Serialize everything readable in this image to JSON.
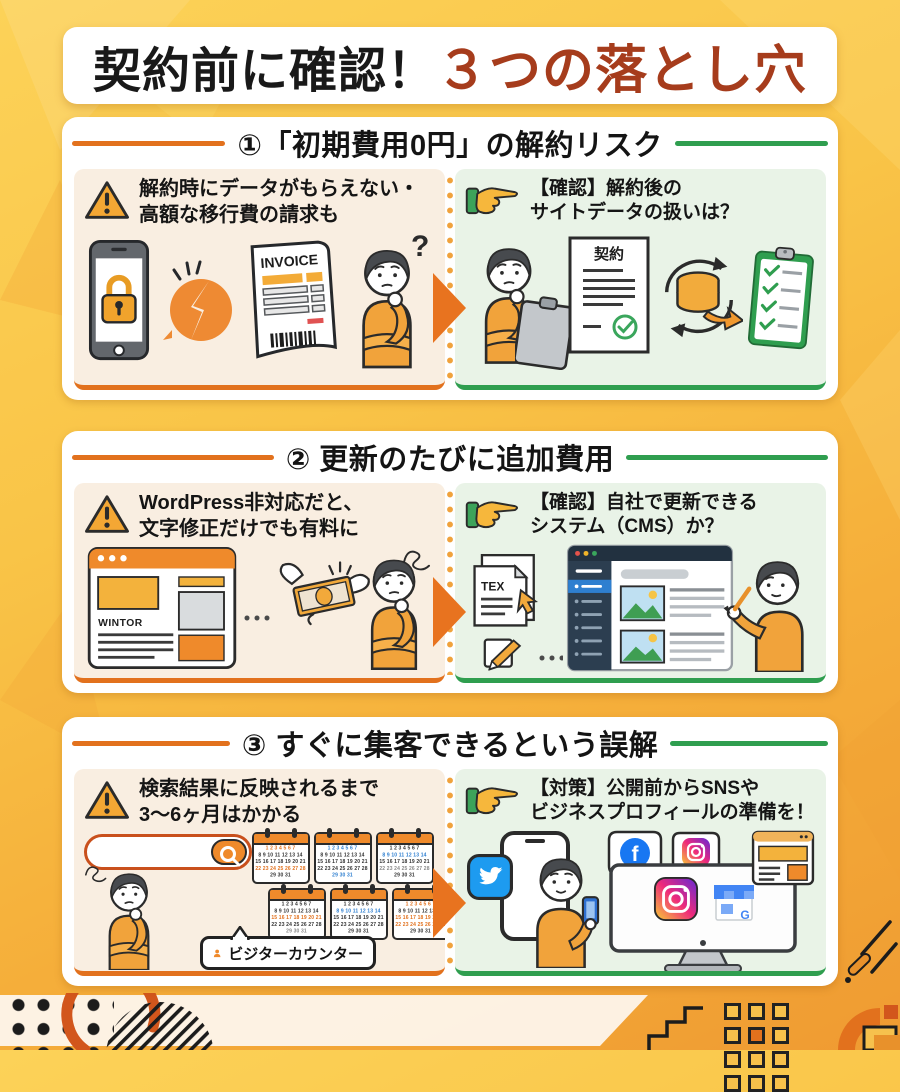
{
  "header": {
    "title_black": "契約前に確認！",
    "title_accent": "３つの落とし穴"
  },
  "sections": [
    {
      "title": "①「初期費用0円」の解約リスク",
      "warn_line1": "解約時にデータがもらえない・",
      "warn_line2": "高額な移行費の請求も",
      "check_line1": "【確認】解約後の",
      "check_line2": "サイトデータの扱いは？",
      "invoice_label": "INVOICE",
      "contract_label": "契約",
      "question_mark": "?"
    },
    {
      "title": "② 更新のたびに追加費用",
      "warn_line1": "WordPress非対応だと、",
      "warn_line2": "文字修正だけでも有料に",
      "check_line1": "【確認】自社で更新できる",
      "check_line2": "システム（CMS）か？",
      "browser_label": "WINTOR",
      "doc_label": "TEX"
    },
    {
      "title": "③ すぐに集客できるという誤解",
      "warn_line1": "検索結果に反映されるまで",
      "warn_line2": "3〜6ヶ月はかかる",
      "check_line1": "【対策】公開前からSNSや",
      "check_line2": "ビジネスプロフィールの準備を！",
      "counter_label": "ビジターカウンター",
      "facebook_letter": "f",
      "google_letter": "G"
    }
  ],
  "calendar_rows": {
    "r1": "1 2 3 4 5 6 7",
    "r2": "8 9 10 11 12 13 14",
    "r3": "15 16 17 18 19 20 21",
    "r4": "22 23 24 25 26 27 28",
    "r5": "29 30 31"
  },
  "icons": {
    "warning": "warning-triangle",
    "check_hand": "pointing-hand",
    "flow_arrow": "right-arrow",
    "search": "magnifier",
    "sns": [
      "twitter",
      "facebook",
      "instagram",
      "google-business"
    ]
  },
  "colors": {
    "accent_orange": "#e2711d",
    "accent_green": "#2f9e4f",
    "title_red": "#a63c1c",
    "warn_panel_bg": "#f9eee1",
    "check_panel_bg": "#e9f3e7",
    "background_top": "#fcd258",
    "background_bottom": "#ef9b32"
  }
}
